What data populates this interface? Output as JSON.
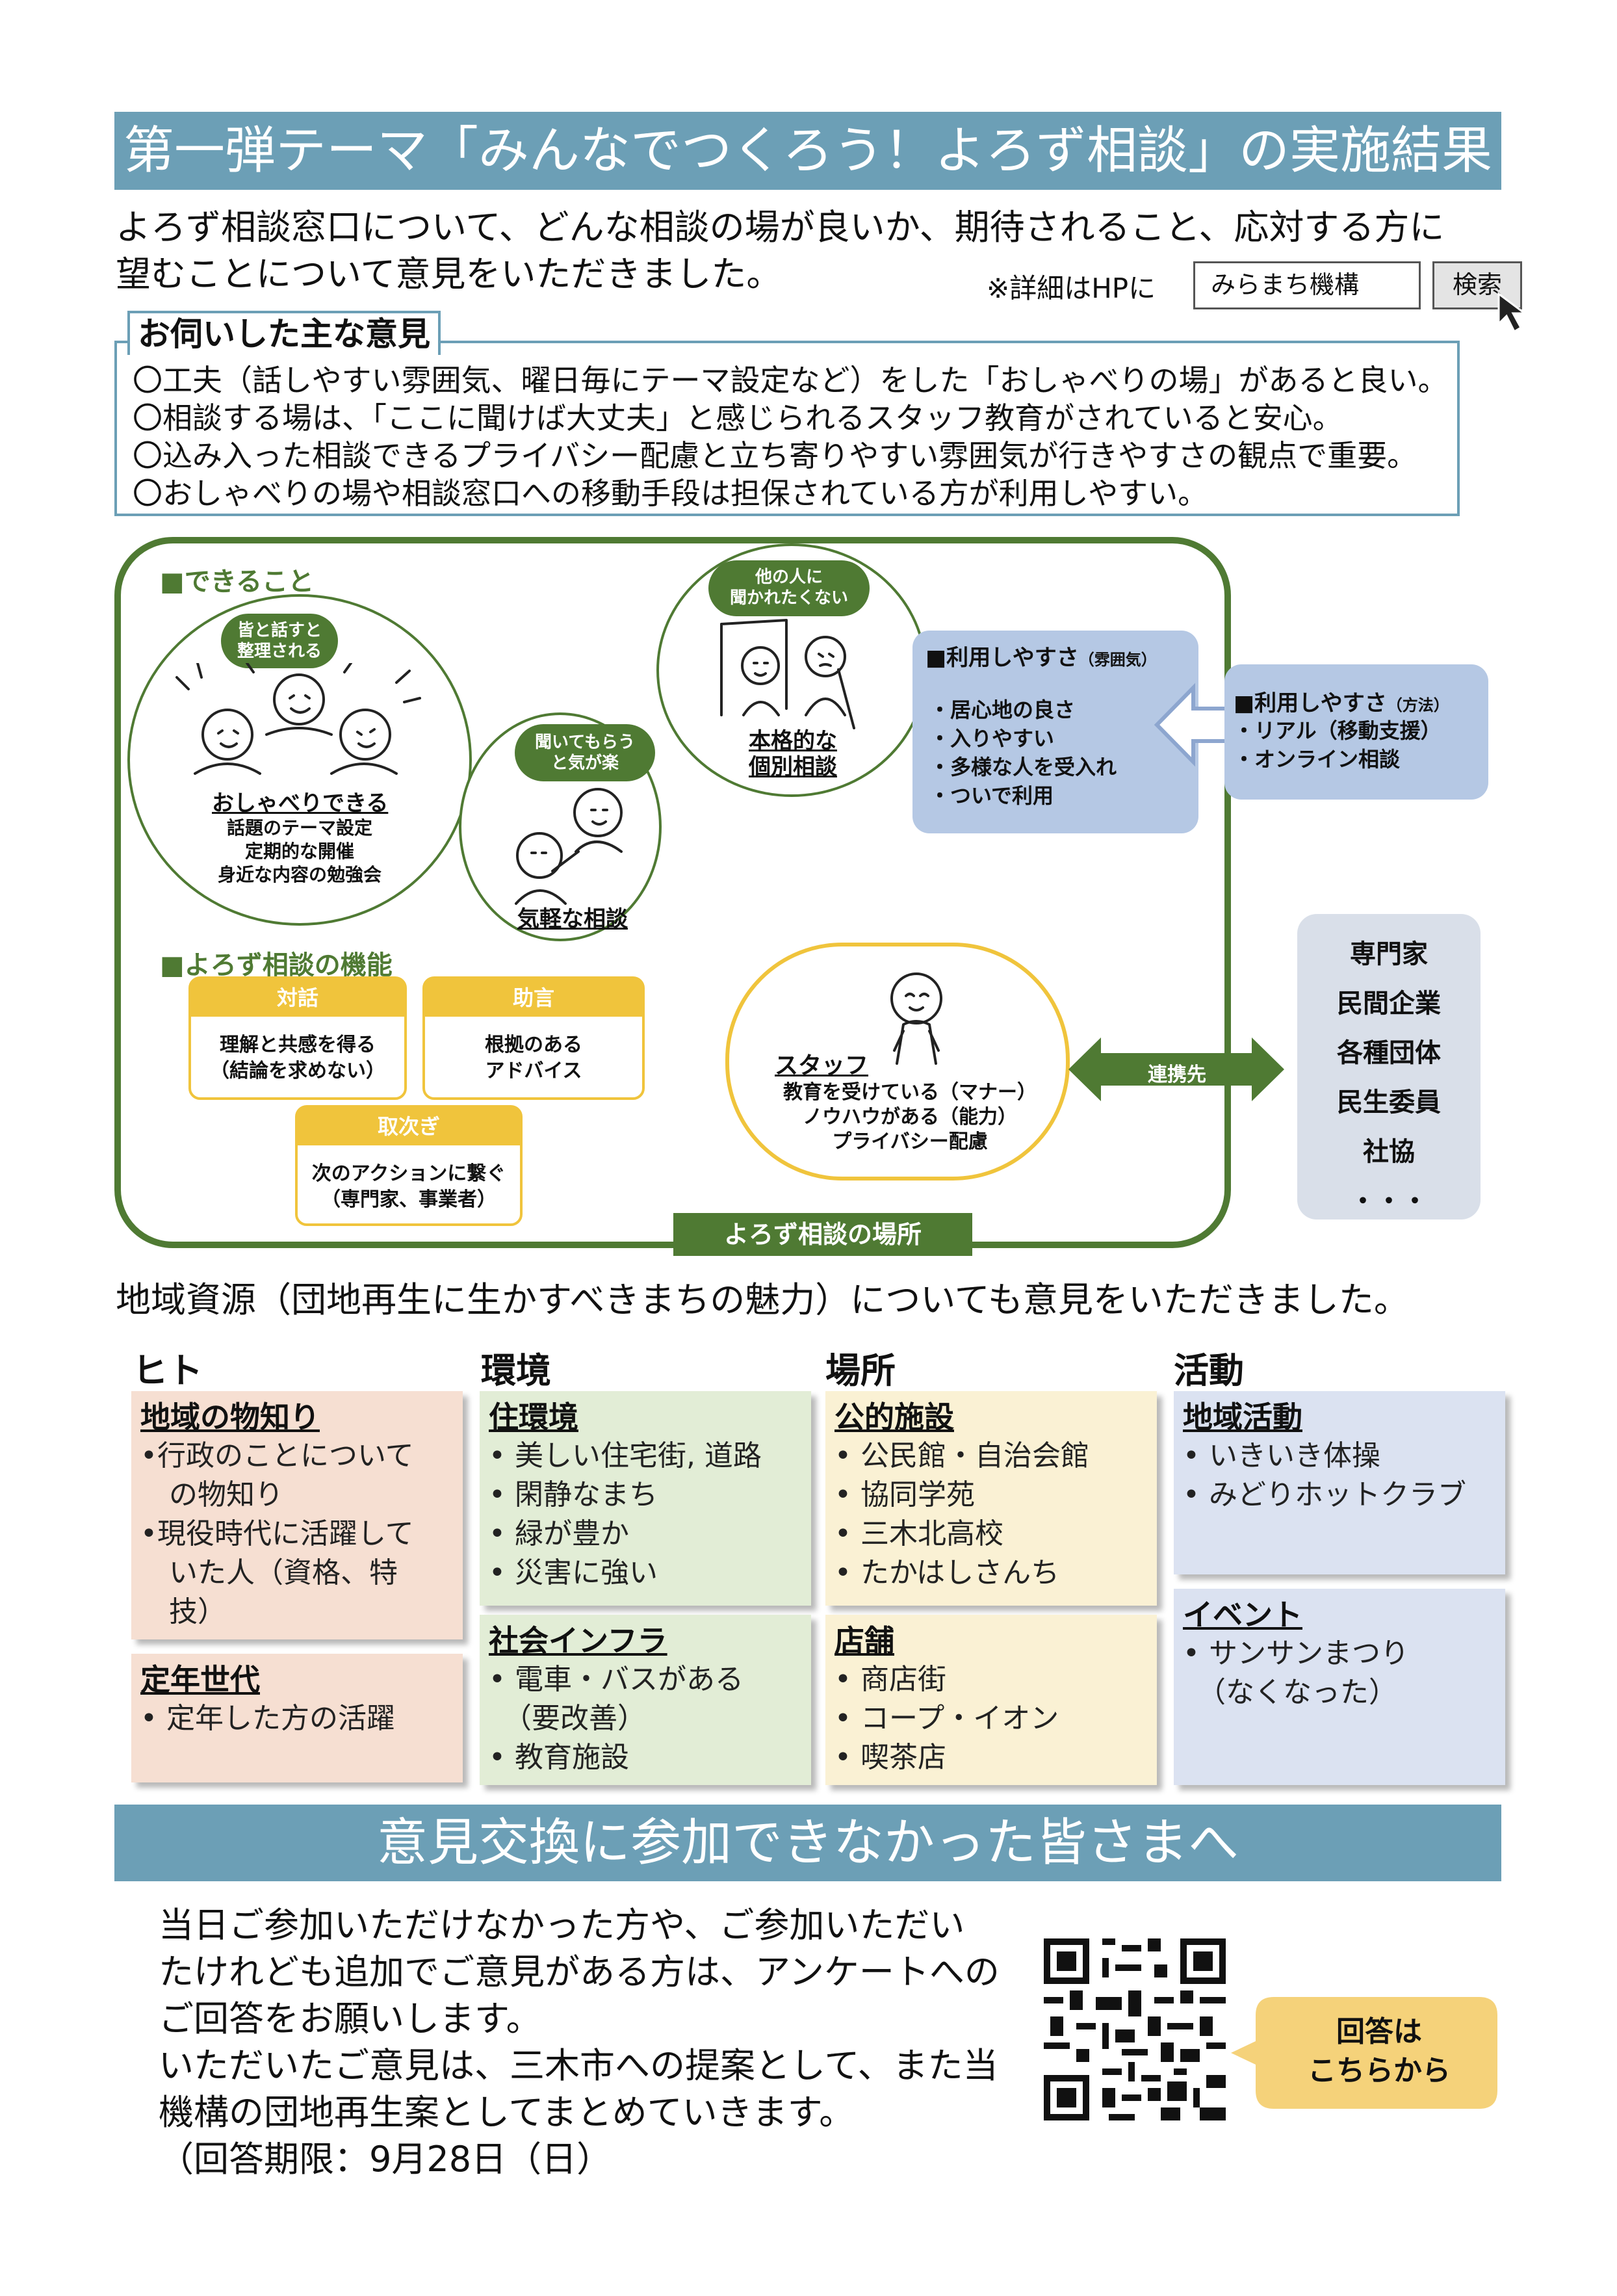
{
  "title_banner": "第一弾テーマ「みんなでつくろう！よろず相談」の実施結果",
  "intro": {
    "line1": "よろず相談窓口について、どんな相談の場が良いか、期待されること、応対する方に",
    "line2": "望むことについて意見をいただきました。"
  },
  "search": {
    "note": "※詳細はHPに",
    "query": "みらまち機構",
    "button": "検索"
  },
  "opinions": {
    "title": "お伺いした主な意見",
    "items": [
      "〇工夫（話しやすい雰囲気、曜日毎にテーマ設定など）をした「おしゃべりの場」があると良い。",
      "〇相談する場は、「ここに聞けば大丈夫」と感じられるスタッフ教育がされていると安心。",
      "〇込み入った相談できるプライバシー配慮と立ち寄りやすい雰囲気が行きやすさの観点で重要。",
      "〇おしゃべりの場や相談窓口への移動手段は担保されている方が利用しやすい。"
    ]
  },
  "diagram": {
    "dekiru_head": "■できること",
    "chat_bubble": "皆と話すと\n整理される",
    "chat_title": "おしゃべりできる",
    "chat_items": [
      "話題のテーマ設定",
      "定期的な開催",
      "身近な内容の勉強会"
    ],
    "casual_bubble": "聞いてもらう\nと気が楽",
    "casual_title": "気軽な相談",
    "private_bubble": "他の人に\n聞かれたくない",
    "private_title_1": "本格的な",
    "private_title_2": "個別相談",
    "atmos_title": "■利用しやすさ",
    "atmos_sub": "（雰囲気）",
    "atmos_items": [
      "・居心地の良さ",
      "・入りやすい",
      "・多様な人を受入れ",
      "・ついで利用"
    ],
    "method_title": "■利用しやすさ",
    "method_sub": "（方法）",
    "method_items": [
      "・リアル（移動支援）",
      "・オンライン相談"
    ],
    "kinou_head": "■よろず相談の機能",
    "fn_dialogue_head": "対話",
    "fn_dialogue_body": [
      "理解と共感を得る",
      "（結論を求めない）"
    ],
    "fn_advice_head": "助言",
    "fn_advice_body": [
      "根拠のある",
      "アドバイス"
    ],
    "fn_relay_head": "取次ぎ",
    "fn_relay_body": [
      "次のアクションに繋ぐ",
      "（専門家、事業者）"
    ],
    "staff_title": "スタッフ",
    "staff_items": [
      "教育を受けている（マナー）",
      "ノウハウがある（能力）",
      "プライバシー配慮"
    ],
    "link_label": "連携先",
    "partners": [
      "専門家",
      "民間企業",
      "各種団体",
      "民生委員",
      "社協",
      "・・・"
    ],
    "place_label": "よろず相談の場所"
  },
  "resources": {
    "intro": "地域資源（団地再生に生かすべきまちの魅力）についても意見をいただきました。",
    "columns": [
      {
        "head": "ヒト",
        "cards": [
          {
            "title": "地域の物知り",
            "items": [
              "•行政のことについて",
              "　の物知り",
              "•現役時代に活躍して",
              "　いた人（資格、特",
              "　技）"
            ]
          },
          {
            "title": "定年世代",
            "items": [
              "• 定年した方の活躍"
            ]
          }
        ]
      },
      {
        "head": "環境",
        "cards": [
          {
            "title": "住環境",
            "items": [
              "• 美しい住宅街, 道路",
              "• 閑静なまち",
              "• 緑が豊か",
              "• 災害に強い"
            ]
          },
          {
            "title": "社会インフラ",
            "items": [
              "• 電車・バスがある",
              "　（要改善）",
              "• 教育施設"
            ]
          }
        ]
      },
      {
        "head": "場所",
        "cards": [
          {
            "title": "公的施設",
            "items": [
              "• 公民館・自治会館",
              "• 協同学苑",
              "• 三木北高校",
              "• たかはしさんち"
            ]
          },
          {
            "title": "店舗",
            "items": [
              "• 商店街",
              "• コープ・イオン",
              "• 喫茶店"
            ]
          }
        ]
      },
      {
        "head": "活動",
        "cards": [
          {
            "title": "地域活動",
            "items": [
              "• いきいき体操",
              "• みどりホットクラブ"
            ]
          },
          {
            "title": "イベント",
            "items": [
              "• サンサンまつり",
              "　（なくなった）"
            ]
          }
        ]
      }
    ]
  },
  "bottom_banner": "意見交換に参加できなかった皆さまへ",
  "closing": {
    "lines": [
      "当日ご参加いただけなかった方や、ご参加いただい",
      "たけれども追加でご意見がある方は、アンケートへの",
      "ご回答をお願いします。",
      "いただいたご意見は、三木市への提案として、また当",
      "機構の団地再生案としてまとめていきます。",
      "（回答期限：9月28日（日）"
    ],
    "answer_button": [
      "回答は",
      "こちらから"
    ]
  },
  "colors": {
    "banner": "#6c9fb6",
    "green": "#4f7a33",
    "blue_box": "#b5c8e4",
    "yellow": "#f0c43c",
    "hito": "#f6dfd2",
    "kankyo": "#e2edd6",
    "basho": "#faf1d4",
    "katsudo": "#dbe2f1",
    "partners": "#d9dfe9",
    "answer": "#f5d27a"
  }
}
